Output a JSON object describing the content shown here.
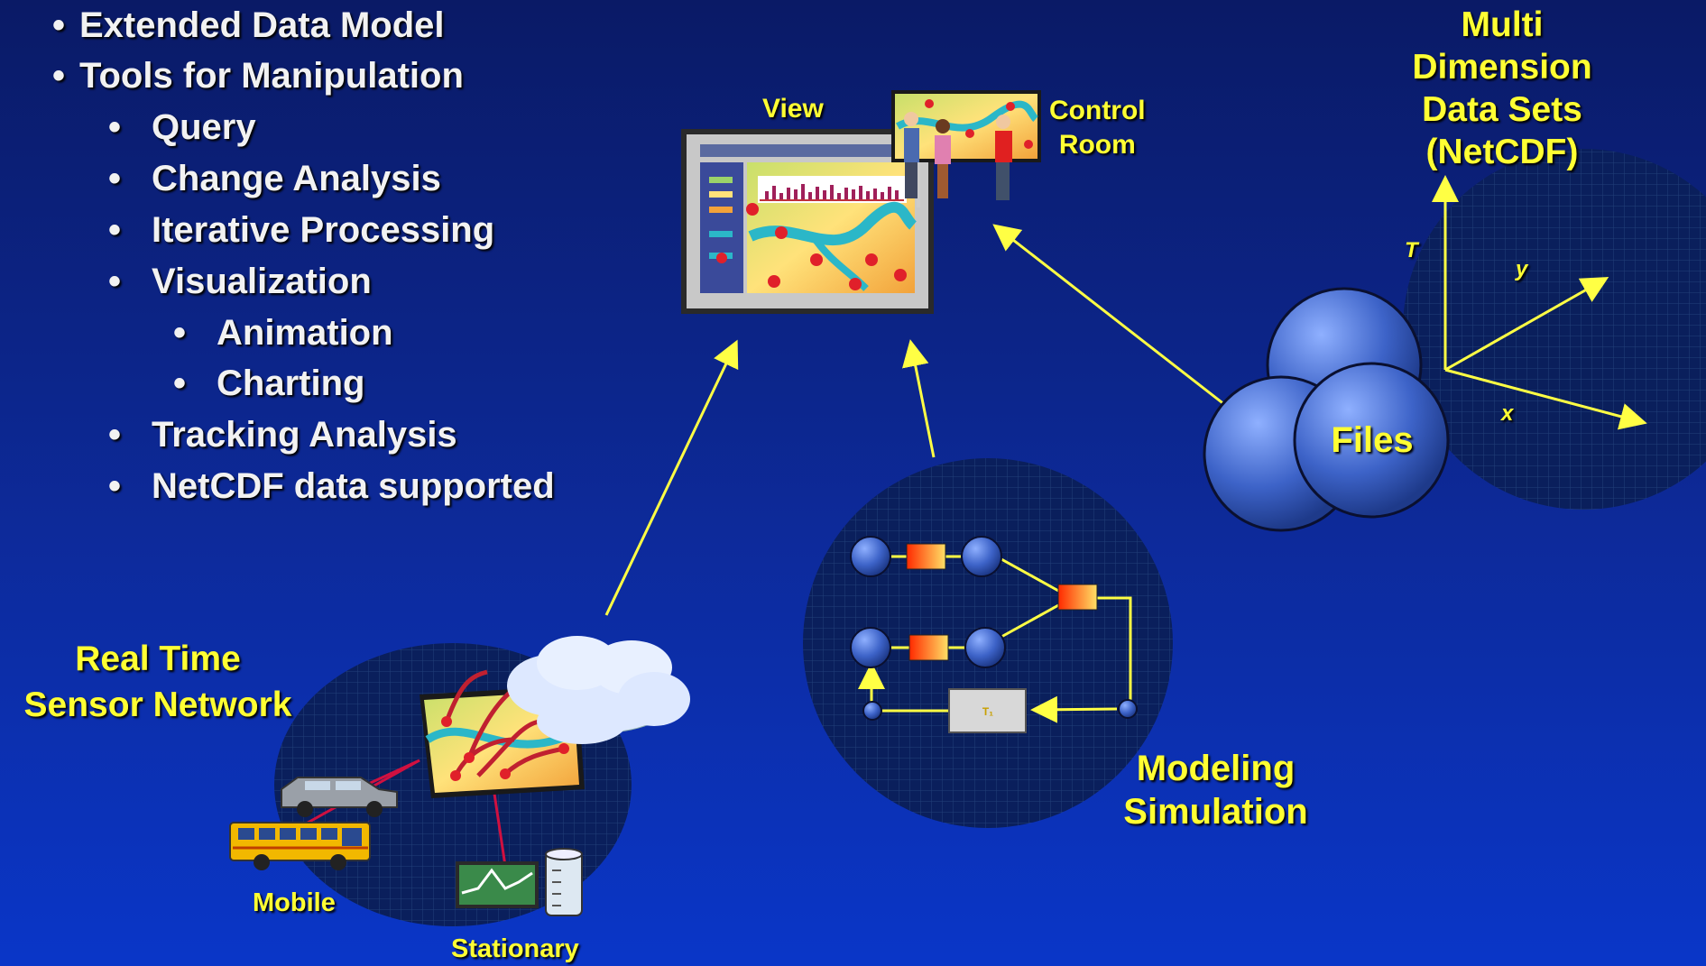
{
  "bullets": [
    {
      "text": "Extended Data Model",
      "level": 0
    },
    {
      "text": "Tools for Manipulation",
      "level": 0
    },
    {
      "text": "Query",
      "level": 1
    },
    {
      "text": "Change Analysis",
      "level": 1
    },
    {
      "text": "Iterative Processing",
      "level": 1
    },
    {
      "text": "Visualization",
      "level": 1
    },
    {
      "text": "Animation",
      "level": 2
    },
    {
      "text": "Charting",
      "level": 2
    },
    {
      "text": "Tracking Analysis",
      "level": 1
    },
    {
      "text": "NetCDF data supported",
      "level": 1
    }
  ],
  "bullet_symbol": "•",
  "labels": {
    "view": "View",
    "control_room_1": "Control",
    "control_room_2": "Room",
    "multi_1": "Multi",
    "multi_2": "Dimension",
    "multi_3": "Data Sets",
    "multi_4": "(NetCDF)",
    "sensor_1": "Real Time",
    "sensor_2": "Sensor Network",
    "mobile": "Mobile",
    "stationary": "Stationary",
    "modeling_1": "Modeling",
    "modeling_2": "Simulation",
    "files": "Files",
    "axis_t": "T",
    "axis_y": "y",
    "axis_x": "x",
    "timer": "T₁"
  },
  "colors": {
    "label_yellow": "#ffff33",
    "bullet_text": "#f2f2f2",
    "circle_fill": "#0a1f5c",
    "arrow": "#ffff44"
  }
}
